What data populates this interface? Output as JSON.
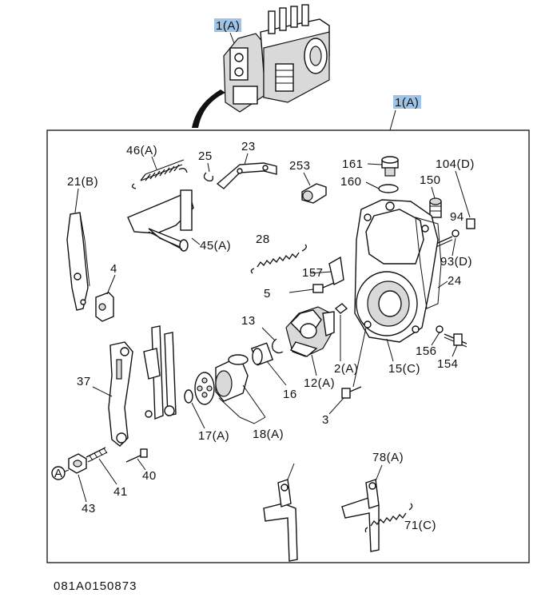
{
  "diagram": {
    "drawing_code": "081A0150873",
    "assembly_label": "1(A)",
    "callouts": [
      {
        "id": "c-46a",
        "text": "46(A)"
      },
      {
        "id": "c-25",
        "text": "25"
      },
      {
        "id": "c-23",
        "text": "23"
      },
      {
        "id": "c-253",
        "text": "253"
      },
      {
        "id": "c-161",
        "text": "161"
      },
      {
        "id": "c-160",
        "text": "160"
      },
      {
        "id": "c-104d",
        "text": "104(D)"
      },
      {
        "id": "c-150",
        "text": "150"
      },
      {
        "id": "c-94",
        "text": "94"
      },
      {
        "id": "c-93d",
        "text": "93(D)"
      },
      {
        "id": "c-21b",
        "text": "21(B)"
      },
      {
        "id": "c-45a",
        "text": "45(A)"
      },
      {
        "id": "c-24",
        "text": "24"
      },
      {
        "id": "c-28",
        "text": "28"
      },
      {
        "id": "c-4",
        "text": "4"
      },
      {
        "id": "c-157",
        "text": "157"
      },
      {
        "id": "c-5",
        "text": "5"
      },
      {
        "id": "c-15c",
        "text": "15(C)"
      },
      {
        "id": "c-13",
        "text": "13"
      },
      {
        "id": "c-2a",
        "text": "2(A)"
      },
      {
        "id": "c-156",
        "text": "156"
      },
      {
        "id": "c-154",
        "text": "154"
      },
      {
        "id": "c-37",
        "text": "37"
      },
      {
        "id": "c-12a",
        "text": "12(A)"
      },
      {
        "id": "c-16",
        "text": "16"
      },
      {
        "id": "c-3",
        "text": "3"
      },
      {
        "id": "c-17a",
        "text": "17(A)"
      },
      {
        "id": "c-18a",
        "text": "18(A)"
      },
      {
        "id": "c-a",
        "text": "A"
      },
      {
        "id": "c-40",
        "text": "40"
      },
      {
        "id": "c-41",
        "text": "41"
      },
      {
        "id": "c-43",
        "text": "43"
      },
      {
        "id": "c-78a",
        "text": "78(A)"
      },
      {
        "id": "c-71c",
        "text": "71(C)"
      }
    ]
  }
}
